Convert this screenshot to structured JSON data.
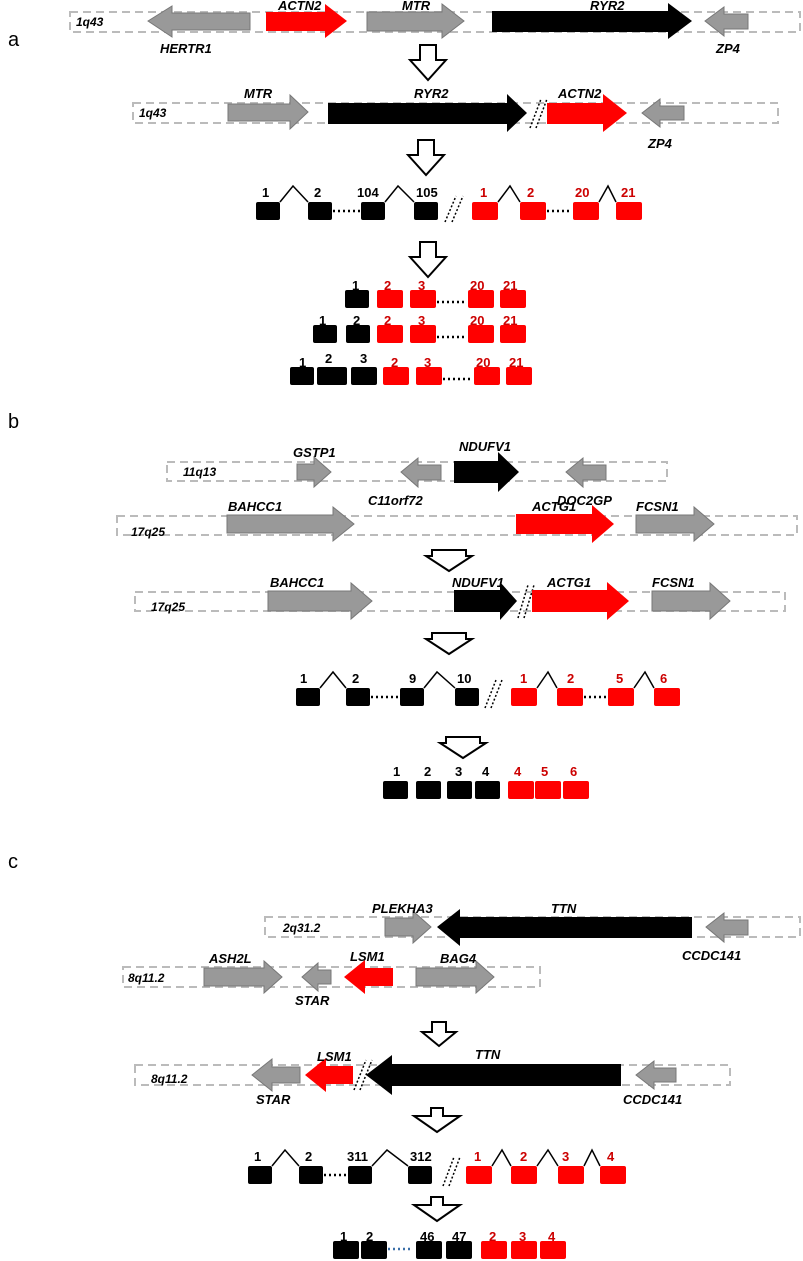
{
  "colors": {
    "fused_a": "#000000",
    "fused_b": "#ff0000",
    "other": "#999999",
    "chrom": "#bbbbbb"
  },
  "panels": [
    {
      "label": "a",
      "tracks": [
        {
          "chrom": "1q43",
          "genes": [
            "HERTR1",
            "ACTN2",
            "MTR",
            "RYR2",
            "ZP4"
          ]
        },
        {
          "chrom": "1q43",
          "genes": [
            "MTR",
            "RYR2",
            "ACTN2",
            "ZP4"
          ]
        }
      ],
      "exon_structure": {
        "black": [
          "1",
          "2",
          "104",
          "105"
        ],
        "red": [
          "1",
          "2",
          "20",
          "21"
        ]
      },
      "isoforms": [
        {
          "black": [
            "1"
          ],
          "red": [
            "2",
            "3",
            "20",
            "21"
          ]
        },
        {
          "black": [
            "1",
            "2"
          ],
          "red": [
            "2",
            "3",
            "20",
            "21"
          ]
        },
        {
          "black": [
            "1",
            "2",
            "3"
          ],
          "red": [
            "2",
            "3",
            "20",
            "21"
          ]
        }
      ]
    },
    {
      "label": "b",
      "tracks": [
        {
          "chrom": "11q13",
          "genes": [
            "GSTP1",
            "C11orf72",
            "NDUFV1",
            "DOC2GP"
          ]
        },
        {
          "chrom": "17q25",
          "genes": [
            "BAHCC1",
            "ACTG1",
            "FCSN1"
          ]
        },
        {
          "chrom": "17q25",
          "genes": [
            "BAHCC1",
            "NDUFV1",
            "ACTG1",
            "FCSN1"
          ]
        }
      ],
      "exon_structure": {
        "black": [
          "1",
          "2",
          "9",
          "10"
        ],
        "red": [
          "1",
          "2",
          "5",
          "6"
        ]
      },
      "isoforms": [
        {
          "black": [
            "1",
            "2",
            "3",
            "4"
          ],
          "red": [
            "4",
            "5",
            "6"
          ]
        }
      ]
    },
    {
      "label": "c",
      "tracks": [
        {
          "chrom": "2q31.2",
          "genes": [
            "PLEKHA3",
            "TTN",
            "CCDC141"
          ]
        },
        {
          "chrom": "8q11.2",
          "genes": [
            "ASH2L",
            "STAR",
            "LSM1",
            "BAG4"
          ]
        },
        {
          "chrom": "8q11.2",
          "genes": [
            "STAR",
            "LSM1",
            "TTN",
            "CCDC141"
          ]
        }
      ],
      "exon_structure": {
        "black": [
          "1",
          "2",
          "311",
          "312"
        ],
        "red": [
          "1",
          "2",
          "3",
          "4"
        ]
      },
      "isoforms": [
        {
          "black": [
            "1",
            "2",
            "46",
            "47"
          ],
          "red": [
            "2",
            "3",
            "4"
          ]
        }
      ]
    }
  ]
}
